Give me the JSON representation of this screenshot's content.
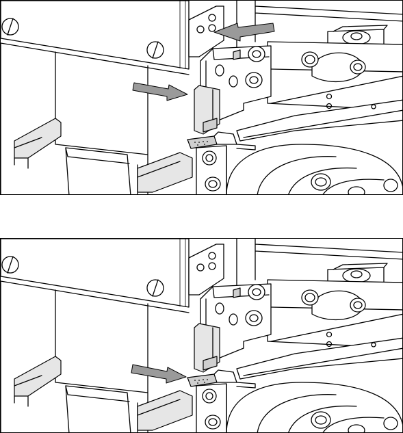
{
  "figure": {
    "panels": [
      {
        "id": "top",
        "arrows": [
          {
            "kind": "push-right",
            "icon": "arrow-right-icon"
          },
          {
            "kind": "push-left",
            "icon": "arrow-left-icon"
          }
        ]
      },
      {
        "id": "bottom",
        "arrows": [
          {
            "kind": "push-right",
            "icon": "arrow-right-icon"
          }
        ]
      }
    ],
    "colors": {
      "line": "#000000",
      "arrow_fill": "#9a9a9a",
      "shade_light": "#e6e6e6",
      "shade_dark": "#cfcfcf",
      "background": "#ffffff"
    }
  }
}
